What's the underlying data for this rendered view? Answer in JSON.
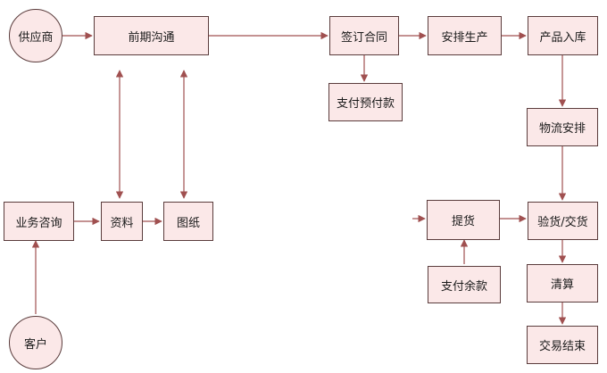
{
  "colors": {
    "node_fill": "#fbe8e8",
    "node_border": "#5a3c3c",
    "arrow": "#a05050"
  },
  "nodes": {
    "supplier": "供应商",
    "pre_communication": "前期沟通",
    "sign_contract": "签订合同",
    "arrange_production": "安排生产",
    "product_storage": "产品入库",
    "pay_deposit": "支付预付款",
    "logistics": "物流安排",
    "business_consult": "业务咨询",
    "materials": "资料",
    "drawings": "图纸",
    "customer": "客户",
    "pickup": "提货",
    "inspect_deliver": "验货/交货",
    "pay_balance": "支付余款",
    "settlement": "清算",
    "deal_close": "交易结束"
  }
}
